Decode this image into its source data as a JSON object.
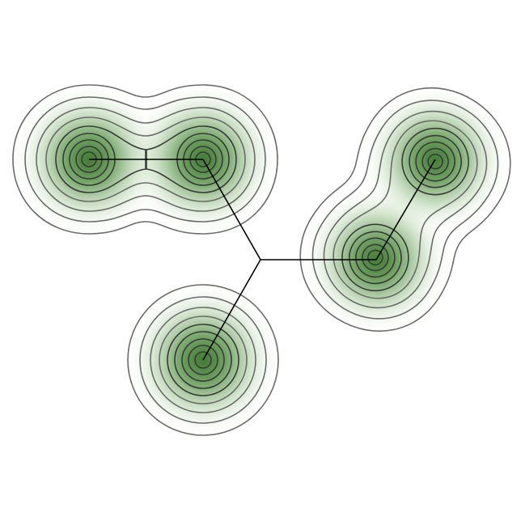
{
  "diagram": {
    "colors": {
      "background": "#ffffff",
      "blob_core": "#2e6b1f",
      "blob_mid": "#5f9a4d",
      "blob_fade": "#e8f2e3",
      "contour": "#6b6b6b",
      "edge": "#000000"
    },
    "nodes": [
      {
        "id": "n1"
      },
      {
        "id": "n2"
      },
      {
        "id": "n3"
      },
      {
        "id": "n4"
      },
      {
        "id": "n5"
      },
      {
        "id": "hub"
      }
    ],
    "edges": [
      {
        "from": "n1",
        "to": "n2"
      },
      {
        "from": "n2",
        "to": "hub"
      },
      {
        "from": "hub",
        "to": "n4"
      },
      {
        "from": "hub",
        "to": "n3"
      },
      {
        "from": "n4",
        "to": "n5"
      }
    ],
    "blob_groups": [
      {
        "name": "top-left-pair",
        "members": [
          "n1",
          "n2"
        ]
      },
      {
        "name": "right-pair",
        "members": [
          "n4",
          "n5"
        ]
      },
      {
        "name": "bottom-single",
        "members": [
          "n3"
        ]
      }
    ]
  }
}
